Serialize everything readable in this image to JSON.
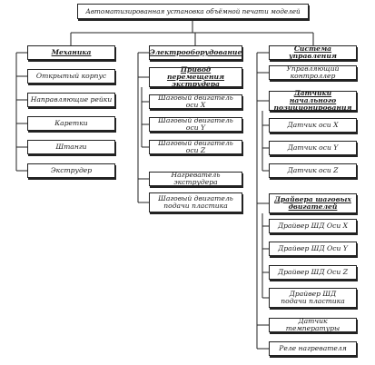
{
  "diagram": {
    "root": "Автоматизированная установка объёмной печати моделей",
    "columns": {
      "mechanics": {
        "title": "Механика",
        "items": [
          "Открытый корпус",
          "Направляющие рейки",
          "Каретки",
          "Штанги",
          "Экструдер"
        ]
      },
      "electrical": {
        "title": "Электрооборудование",
        "drive_group": {
          "title": "Привод перемещения\nэкструдера",
          "items": [
            "Шаговый двигатель оси X",
            "Шаговый двигатель оси Y",
            "Шаговый двигатель оси Z"
          ]
        },
        "items": [
          "Нагреватель экструдера",
          "Шаговый двигатель\nподачи пластика"
        ]
      },
      "control": {
        "title": "Система управления",
        "controller": "Управляющий контроллер",
        "sensors_group": {
          "title": "Датчики начального\nпозиционирования",
          "items": [
            "Датчик оси X",
            "Датчик оси Y",
            "Датчик оси Z"
          ]
        },
        "drivers_group": {
          "title": "Драйвера шаговых\nдвигателей",
          "items": [
            "Драйвер ШД Оси X",
            "Драйвер ШД Оси Y",
            "Драйвер ШД Оси Z",
            "Драйвер ШД\nподачи пластика"
          ]
        },
        "extras": [
          "Датчик температуры",
          "Реле нагревателя"
        ]
      }
    }
  }
}
